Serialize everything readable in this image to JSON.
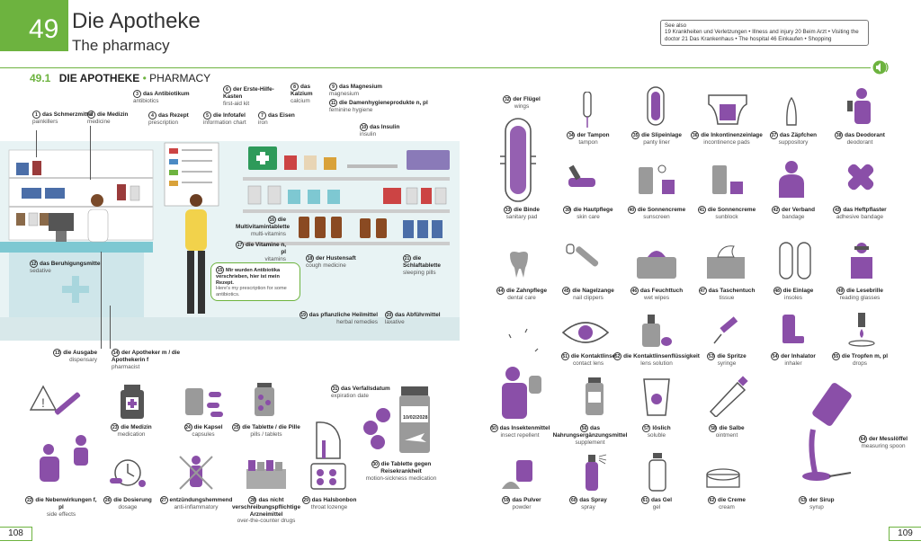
{
  "header": {
    "chapter_number": "49",
    "title_de": "Die Apotheke",
    "title_en": "The pharmacy",
    "see_also_title": "See also",
    "see_also_text": "19 Krankheiten und Verletzungen • Illness and injury  20 Beim Arzt • Visiting the doctor  21 Das Krankenhaus • The hospital  46 Einkaufen • Shopping"
  },
  "section": {
    "number": "49.1",
    "title_de": "DIE APOTHEKE",
    "title_en": "PHARMACY"
  },
  "scene_labels": [
    {
      "n": "1",
      "de": "das Schmerzmittel",
      "en": "painkillers"
    },
    {
      "n": "2",
      "de": "die Medizin",
      "en": "medicine"
    },
    {
      "n": "3",
      "de": "das Antibiotikum",
      "en": "antibiotics"
    },
    {
      "n": "4",
      "de": "das Rezept",
      "en": "prescription"
    },
    {
      "n": "5",
      "de": "die Infotafel",
      "en": "information chart"
    },
    {
      "n": "6",
      "de": "der Erste-Hilfe-Kasten",
      "en": "first-aid kit"
    },
    {
      "n": "7",
      "de": "das Eisen",
      "en": "iron"
    },
    {
      "n": "8",
      "de": "das Kalzium",
      "en": "calcium"
    },
    {
      "n": "9",
      "de": "das Magnesium",
      "en": "magnesium"
    },
    {
      "n": "10",
      "de": "das Insulin",
      "en": "insulin"
    },
    {
      "n": "11",
      "de": "die Damenhygieneprodukte n, pl",
      "en": "feminine hygiene"
    },
    {
      "n": "12",
      "de": "das Beruhigungsmittel",
      "en": "sedative"
    },
    {
      "n": "13",
      "de": "die Ausgabe",
      "en": "dispensary"
    },
    {
      "n": "14",
      "de": "der Apotheker m / die Apothekerin f",
      "en": "pharmacist"
    },
    {
      "n": "15",
      "de": "Mir wurden Antibiotika verschrieben, hier ist mein Rezept.",
      "en": "Here's my prescription for some antibiotics."
    },
    {
      "n": "16",
      "de": "die Multivitamintablette",
      "en": "multi-vitamins"
    },
    {
      "n": "17",
      "de": "die Vitamine n, pl",
      "en": "vitamins"
    },
    {
      "n": "18",
      "de": "der Hustensaft",
      "en": "cough medicine"
    },
    {
      "n": "19",
      "de": "das pflanzliche Heilmittel",
      "en": "herbal remedies"
    },
    {
      "n": "20",
      "de": "das Abführmittel",
      "en": "laxative"
    },
    {
      "n": "21",
      "de": "die Schlaftablette",
      "en": "sleeping pills"
    }
  ],
  "bottom_items": [
    {
      "n": "22",
      "de": "die Nebenwirkungen f, pl",
      "en": "side effects"
    },
    {
      "n": "23",
      "de": "die Medizin",
      "en": "medication"
    },
    {
      "n": "24",
      "de": "die Kapsel",
      "en": "capsules"
    },
    {
      "n": "25",
      "de": "die Tablette / die Pille",
      "en": "pills / tablets"
    },
    {
      "n": "26",
      "de": "die Dosierung",
      "en": "dosage"
    },
    {
      "n": "27",
      "de": "entzündungshemmend",
      "en": "anti-inflammatory"
    },
    {
      "n": "28",
      "de": "das nicht verschreibungspflichtige Arzneimittel",
      "en": "over-the-counter drugs"
    },
    {
      "n": "29",
      "de": "das Halsbonbon",
      "en": "throat lozenge"
    },
    {
      "n": "30",
      "de": "die Tablette gegen Reisekrankheit",
      "en": "motion-sickness medication"
    },
    {
      "n": "31",
      "de": "das Verfallsdatum",
      "en": "expiration date"
    }
  ],
  "expiry_date": "10/02/2028",
  "right_items": [
    {
      "n": "32",
      "de": "der Flügel",
      "en": "wings"
    },
    {
      "n": "33",
      "de": "die Binde",
      "en": "sanitary pad"
    },
    {
      "n": "34",
      "de": "der Tampon",
      "en": "tampon"
    },
    {
      "n": "35",
      "de": "die Slipeinlage",
      "en": "panty liner"
    },
    {
      "n": "36",
      "de": "die Inkontinenzeinlage",
      "en": "incontinence pads"
    },
    {
      "n": "37",
      "de": "das Zäpfchen",
      "en": "suppository"
    },
    {
      "n": "38",
      "de": "das Deodorant",
      "en": "deodorant"
    },
    {
      "n": "39",
      "de": "die Hautpflege",
      "en": "skin care"
    },
    {
      "n": "40",
      "de": "die Sonnencreme",
      "en": "sunscreen"
    },
    {
      "n": "41",
      "de": "die Sonnencreme",
      "en": "sunblock"
    },
    {
      "n": "42",
      "de": "der Verband",
      "en": "bandage"
    },
    {
      "n": "43",
      "de": "das Heftpflaster",
      "en": "adhesive bandage"
    },
    {
      "n": "44",
      "de": "die Zahnpflege",
      "en": "dental care"
    },
    {
      "n": "45",
      "de": "die Nagelzange",
      "en": "nail clippers"
    },
    {
      "n": "46",
      "de": "das Feuchttuch",
      "en": "wet wipes"
    },
    {
      "n": "47",
      "de": "das Taschentuch",
      "en": "tissue"
    },
    {
      "n": "48",
      "de": "die Einlage",
      "en": "insoles"
    },
    {
      "n": "49",
      "de": "die Lesebrille",
      "en": "reading glasses"
    },
    {
      "n": "50",
      "de": "das Insektenmittel",
      "en": "insect repellent"
    },
    {
      "n": "51",
      "de": "die Kontaktlinse",
      "en": "contact lens"
    },
    {
      "n": "52",
      "de": "die Kontaktlinsenflüssigkeit",
      "en": "lens solution"
    },
    {
      "n": "53",
      "de": "die Spritze",
      "en": "syringe"
    },
    {
      "n": "54",
      "de": "der Inhalator",
      "en": "inhaler"
    },
    {
      "n": "55",
      "de": "die Tropfen m, pl",
      "en": "drops"
    },
    {
      "n": "56",
      "de": "das Nahrungsergänzungsmittel",
      "en": "supplement"
    },
    {
      "n": "57",
      "de": "löslich",
      "en": "soluble"
    },
    {
      "n": "58",
      "de": "die Salbe",
      "en": "ointment"
    },
    {
      "n": "59",
      "de": "das Pulver",
      "en": "powder"
    },
    {
      "n": "60",
      "de": "das Spray",
      "en": "spray"
    },
    {
      "n": "61",
      "de": "das Gel",
      "en": "gel"
    },
    {
      "n": "62",
      "de": "die Creme",
      "en": "cream"
    },
    {
      "n": "63",
      "de": "der Sirup",
      "en": "syrup"
    },
    {
      "n": "64",
      "de": "der Messlöffel",
      "en": "measuring spoon"
    }
  ],
  "page_left": "108",
  "page_right": "109",
  "colors": {
    "accent_green": "#6db33f",
    "purple": "#8a4fa8",
    "scene_bg": "#e8f3f4"
  }
}
